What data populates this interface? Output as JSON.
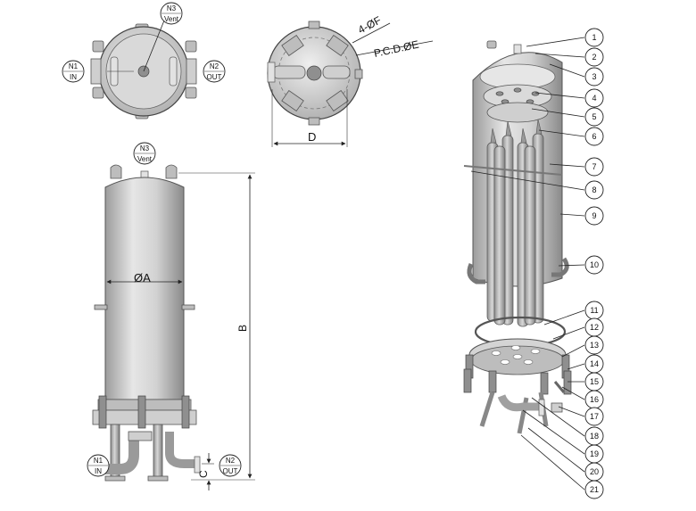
{
  "nozzles": {
    "n1": {
      "id": "N1",
      "label": "IN"
    },
    "n2": {
      "id": "N2",
      "label": "OUT"
    },
    "n3": {
      "id": "N3",
      "label": "Vent"
    }
  },
  "dimensions": {
    "a": "ØA",
    "b": "B",
    "c": "C",
    "d": "D",
    "holes": "4-ØF",
    "pcd": "P.C.D.ØE"
  },
  "callouts": [
    "1",
    "2",
    "3",
    "4",
    "5",
    "6",
    "7",
    "8",
    "9",
    "10",
    "11",
    "12",
    "13",
    "14",
    "15",
    "16",
    "17",
    "18",
    "19",
    "20",
    "21"
  ],
  "colors": {
    "metal": "#cfcfcf",
    "metal_dark": "#8f8f8f",
    "line": "#222222"
  }
}
